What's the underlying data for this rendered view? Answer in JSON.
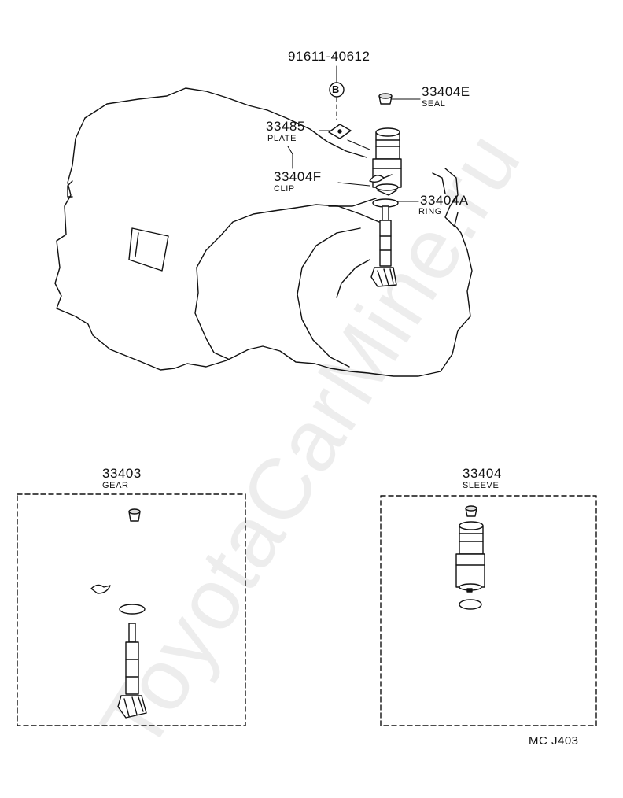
{
  "watermark": "ToyotaCarMine.ru",
  "diagram_code": "MC J403",
  "bolt_marker": "B",
  "callouts": {
    "bolt": {
      "part_no": "91611-40612"
    },
    "seal": {
      "part_no": "33404E",
      "name": "SEAL"
    },
    "plate": {
      "part_no": "33485",
      "name": "PLATE"
    },
    "clip": {
      "part_no": "33404F",
      "name": "CLIP"
    },
    "ring": {
      "part_no": "33404A",
      "name": "RING"
    }
  },
  "kits": [
    {
      "part_no": "33403",
      "name": "GEAR"
    },
    {
      "part_no": "33404",
      "name": "SLEEVE"
    }
  ]
}
